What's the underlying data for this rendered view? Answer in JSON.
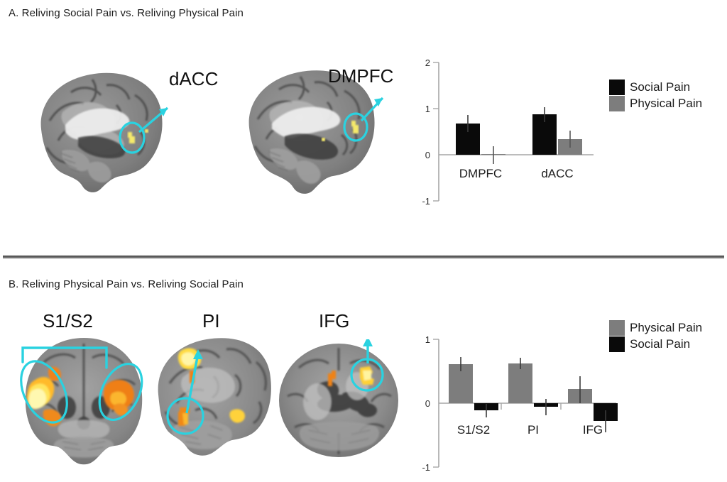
{
  "figure": {
    "panel_a": {
      "title": "A. Reliving Social Pain vs. Reliving Physical Pain",
      "brain_labels": [
        "dACC",
        "DMPFC"
      ],
      "annotation_color": "#2ad2e0",
      "activation_color": "#f5e96b"
    },
    "panel_b": {
      "title": "B. Reliving Physical Pain vs. Reliving Social Pain",
      "brain_labels": [
        "S1/S2",
        "PI",
        "IFG"
      ],
      "annotation_color": "#2ad2e0",
      "activation_color": "#ff8a1e"
    }
  },
  "chart_data": [
    {
      "id": "panel-a-chart",
      "type": "bar",
      "title": "",
      "xlabel": "",
      "ylabel": "",
      "categories": [
        "DMPFC",
        "dACC"
      ],
      "ylim": [
        -1,
        2
      ],
      "yticks": [
        2,
        1,
        0,
        -1
      ],
      "ytick_labels": [
        "2",
        "1",
        "0",
        "-1"
      ],
      "grid": false,
      "legend_position": "right",
      "series": [
        {
          "name": "Social Pain",
          "color": "#0a0a0a",
          "values": [
            0.68,
            0.87
          ],
          "errors": [
            0.19,
            0.16
          ]
        },
        {
          "name": "Physical Pain",
          "color": "#7d7d7d",
          "values": [
            0.01,
            0.34
          ],
          "errors": [
            0.19,
            0.19
          ]
        }
      ]
    },
    {
      "id": "panel-b-chart",
      "type": "bar",
      "title": "",
      "xlabel": "",
      "ylabel": "",
      "categories": [
        "S1/S2",
        "PI",
        "IFG"
      ],
      "ylim": [
        -1,
        1
      ],
      "yticks": [
        1,
        0,
        -1
      ],
      "ytick_labels": [
        "1",
        "0",
        "-1"
      ],
      "grid": false,
      "legend_position": "right",
      "series": [
        {
          "name": "Physical Pain",
          "color": "#7d7d7d",
          "values": [
            0.61,
            0.62,
            0.22
          ],
          "errors": [
            0.11,
            0.09,
            0.2
          ]
        },
        {
          "name": "Social Pain",
          "color": "#0a0a0a",
          "values": [
            -0.11,
            -0.05,
            -0.27
          ],
          "errors": [
            0.1,
            0.12,
            0.18
          ]
        }
      ]
    }
  ],
  "legends": {
    "panel_a": [
      {
        "label": "Social Pain",
        "color": "#0a0a0a"
      },
      {
        "label": "Physical Pain",
        "color": "#7d7d7d"
      }
    ],
    "panel_b": [
      {
        "label": "Physical Pain",
        "color": "#7d7d7d"
      },
      {
        "label": "Social Pain",
        "color": "#0a0a0a"
      }
    ]
  }
}
